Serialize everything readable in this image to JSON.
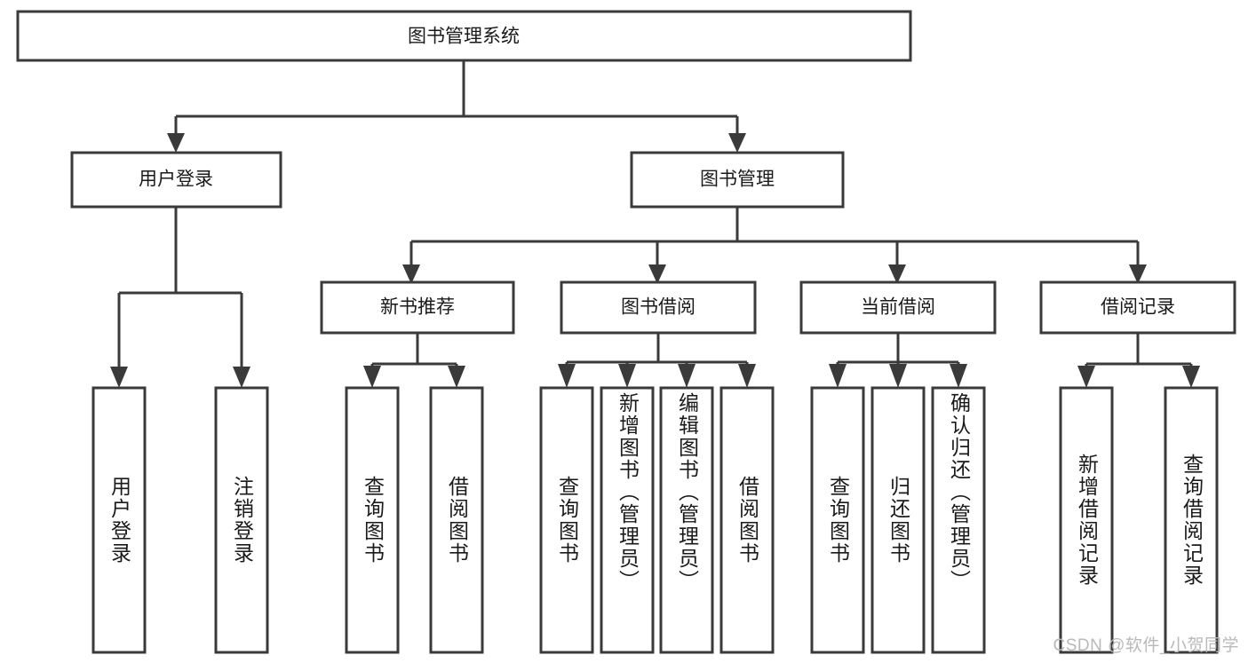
{
  "diagram": {
    "title": "图书管理系统",
    "type": "tree-hierarchy",
    "watermark": "CSDN @软件_小贺同学",
    "colors": {
      "stroke": "#3a3a3a",
      "fill": "#ffffff",
      "text": "#1a1a1a",
      "watermark": "#b9b9b9",
      "background": "#ffffff"
    },
    "root": {
      "label": "图书管理系统"
    },
    "level1": [
      {
        "label": "用户登录"
      },
      {
        "label": "图书管理"
      }
    ],
    "level2": [
      {
        "label": "新书推荐"
      },
      {
        "label": "图书借阅"
      },
      {
        "label": "当前借阅"
      },
      {
        "label": "借阅记录"
      }
    ],
    "leaves": {
      "user_login": [
        {
          "label": "用户登录"
        },
        {
          "label": "注销登录"
        }
      ],
      "new_book_recommend": [
        {
          "label": "查询图书"
        },
        {
          "label": "借阅图书"
        }
      ],
      "book_borrow": [
        {
          "label": "查询图书"
        },
        {
          "label": "新增图书（管理员）"
        },
        {
          "label": "编辑图书（管理员）"
        },
        {
          "label": "借阅图书"
        }
      ],
      "current_borrow": [
        {
          "label": "查询图书"
        },
        {
          "label": "归还图书"
        },
        {
          "label": "确认归还（管理员）"
        }
      ],
      "borrow_record": [
        {
          "label": "新增借阅记录"
        },
        {
          "label": "查询借阅记录"
        }
      ]
    }
  }
}
